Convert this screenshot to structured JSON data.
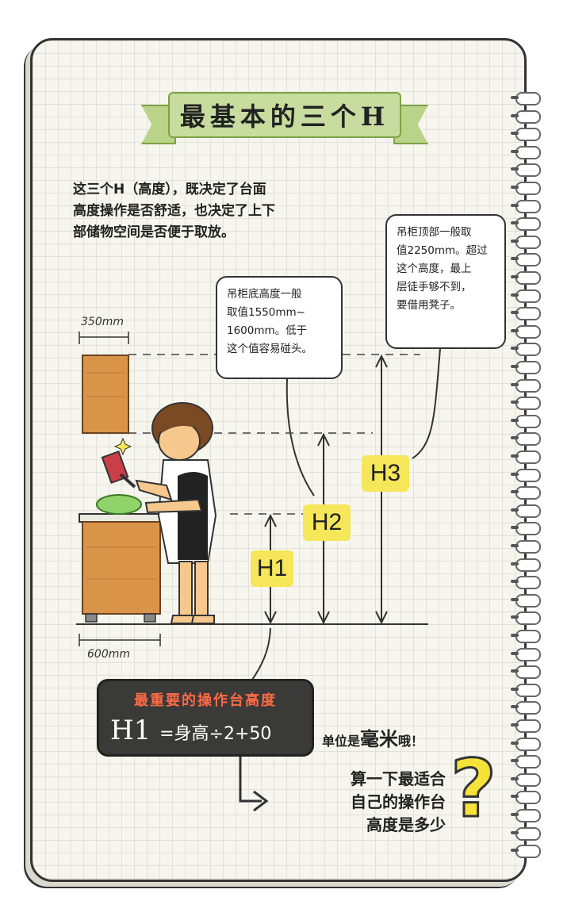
{
  "title": "最基本的三个H",
  "intro": [
    "这三个H（高度），既决定了台面",
    "高度操作是否舒适，也决定了上下",
    "部储物空间是否便于取放。"
  ],
  "bubble_h3": [
    "吊柜顶部一般取",
    "值2250mm。超过",
    "这个高度，最上",
    "层徒手够不到，",
    "要借用凳子。"
  ],
  "bubble_h2": [
    "吊柜底高度一般",
    "取值1550mm~",
    "1600mm。低于",
    "这个值容易碰头。"
  ],
  "dims": {
    "top_width": "350mm",
    "bottom_width": "600mm"
  },
  "labels": {
    "h1": "H1",
    "h2": "H2",
    "h3": "H3"
  },
  "chalkboard": {
    "title": "最重要的操作台高度",
    "formula_h": "H1",
    "formula_rest": "=身高÷2+50"
  },
  "unit_note": {
    "prefix": "单位是",
    "emph": "毫米",
    "suffix": "哦！"
  },
  "question": [
    "算一下最适合",
    "自己的操作台",
    "高度是多少"
  ],
  "colors": {
    "label_yellow": "#f5e65a",
    "banner_green": "#c7dc9e",
    "cabinet": "#d9944a",
    "chalk_red": "#ff6a45"
  }
}
